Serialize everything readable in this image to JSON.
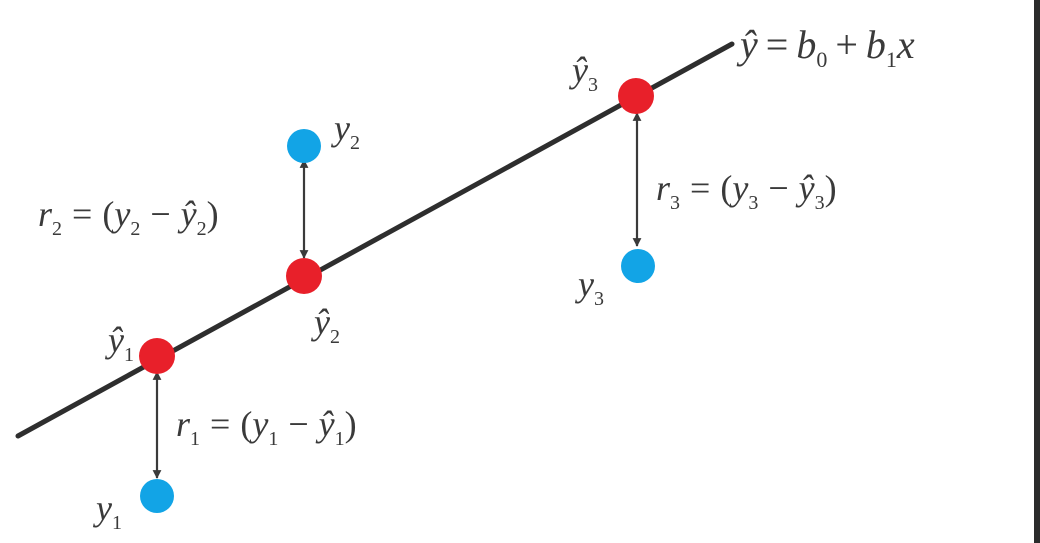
{
  "equation": {
    "lhs": "ŷ",
    "eq": "=",
    "b0": "b",
    "b0_sub": "0",
    "plus": "+",
    "b1": "b",
    "b1_sub": "1",
    "x": "x"
  },
  "points": [
    {
      "y": "y",
      "sub": "1",
      "yhat": "ŷ",
      "residual": {
        "r": "r",
        "eq": "=",
        "open": "(",
        "y": "y",
        "minus": "−",
        "yhat": "ŷ",
        "close": ")"
      }
    },
    {
      "y": "y",
      "sub": "2",
      "yhat": "ŷ",
      "residual": {
        "r": "r",
        "eq": "=",
        "open": "(",
        "y": "y",
        "minus": "−",
        "yhat": "ŷ",
        "close": ")"
      }
    },
    {
      "y": "y",
      "sub": "3",
      "yhat": "ŷ",
      "residual": {
        "r": "r",
        "eq": "=",
        "open": "(",
        "y": "y",
        "minus": "−",
        "yhat": "ŷ",
        "close": ")"
      }
    }
  ],
  "colors": {
    "line": "#2e2e2e",
    "predicted": "#e8202a",
    "observed": "#12a4e6",
    "arrow": "#3a3a3a",
    "text": "#3a3a3a",
    "background": "#ffffff",
    "border": "#2b2b2b"
  }
}
